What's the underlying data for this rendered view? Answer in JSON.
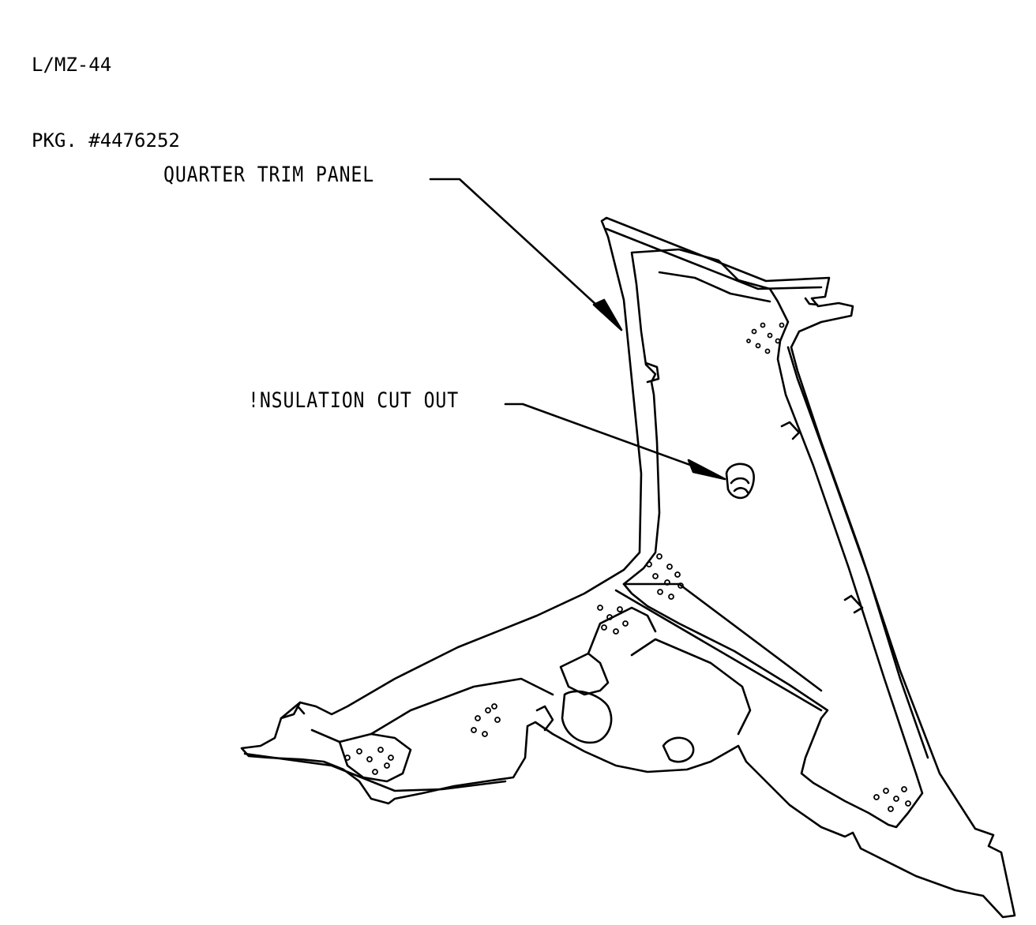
{
  "header": {
    "line1": "L/MZ-44",
    "line2": "PKG. #4476252"
  },
  "callouts": {
    "quarter_trim_panel": "QUARTER TRIM PANEL",
    "insulation_cut_out": "!NSULATION CUT OUT"
  },
  "colors": {
    "ink": "#000000",
    "paper": "#ffffff"
  }
}
